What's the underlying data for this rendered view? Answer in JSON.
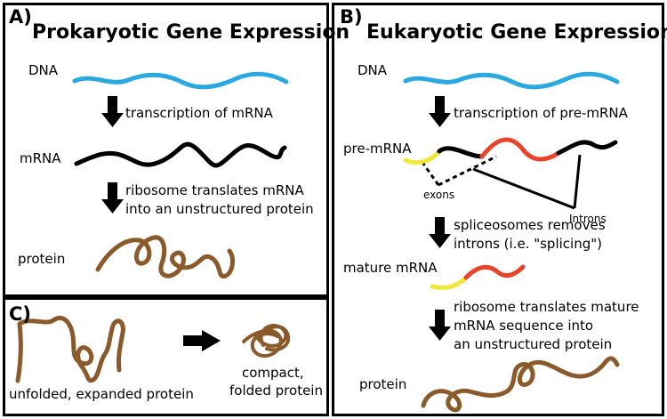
{
  "panel_a": {
    "letter": "A)",
    "title": "Prokaryotic Gene Expression",
    "dna_label": "DNA",
    "step1": "transcription of mRNA",
    "mrna_label": "mRNA",
    "step2_line1": "ribosome translates mRNA",
    "step2_line2": "into an unstructured protein",
    "protein_label": "protein"
  },
  "panel_b": {
    "letter": "B)",
    "title": "Eukaryotic Gene Expression",
    "dna_label": "DNA",
    "step1": "transcription of pre-mRNA",
    "premrna_label": "pre-mRNA",
    "exons_label": "exons",
    "introns_label": "Introns",
    "step2_line1": "spliceosomes removes",
    "step2_line2": "introns (i.e. \"splicing\")",
    "mature_label": "mature mRNA",
    "step3_line1": "ribosome translates mature",
    "step3_line2": "mRNA sequence into",
    "step3_line3": "an unstructured protein",
    "protein_label": "protein"
  },
  "panel_c": {
    "letter": "C)",
    "unfolded_label": "unfolded, expanded protein",
    "folded_line1": "compact,",
    "folded_line2": "folded protein"
  },
  "colors": {
    "dna": "#2aa8e0",
    "mrna": "#000000",
    "exon_yellow": "#f2e63a",
    "exon_red": "#e8442a",
    "protein": "#8b5a2b",
    "arrow": "#000000"
  }
}
